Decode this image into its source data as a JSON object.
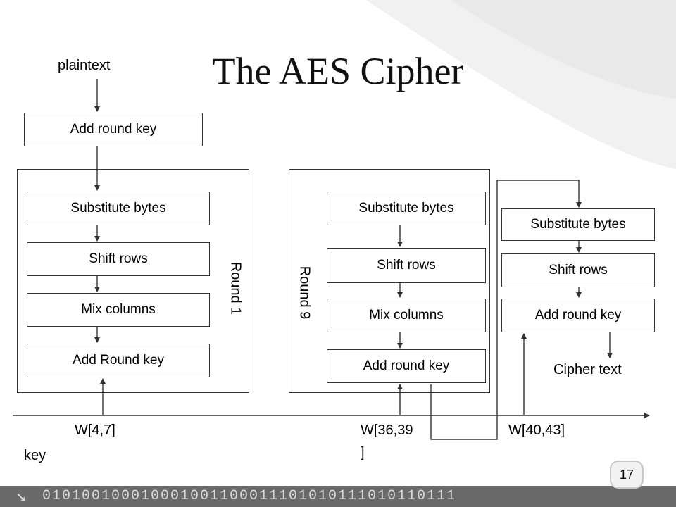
{
  "slide": {
    "title": "The AES Cipher",
    "page_number": "17",
    "footer_binary": "010100100010001001100011101010111010110111"
  },
  "diagram": {
    "input_label": "plaintext",
    "initial_step": "Add round key",
    "round1": {
      "label": "Round 1",
      "steps": [
        "Substitute bytes",
        "Shift rows",
        "Mix columns",
        "Add Round key"
      ],
      "key_label": "W[4,7]"
    },
    "round9": {
      "label": "Round 9",
      "steps": [
        "Substitute bytes",
        "Shift rows",
        "Mix columns",
        "Add round key"
      ],
      "key_label_line1": "W[36,39",
      "key_label_line2": "]"
    },
    "final_round": {
      "steps": [
        "Substitute bytes",
        "Shift rows",
        "Add round key"
      ],
      "key_label": "W[40,43]"
    },
    "output_label": "Cipher text",
    "key_axis_label": "key"
  },
  "colors": {
    "background": "#ffffff",
    "footer": "#6a6a6a",
    "line": "#333333"
  }
}
